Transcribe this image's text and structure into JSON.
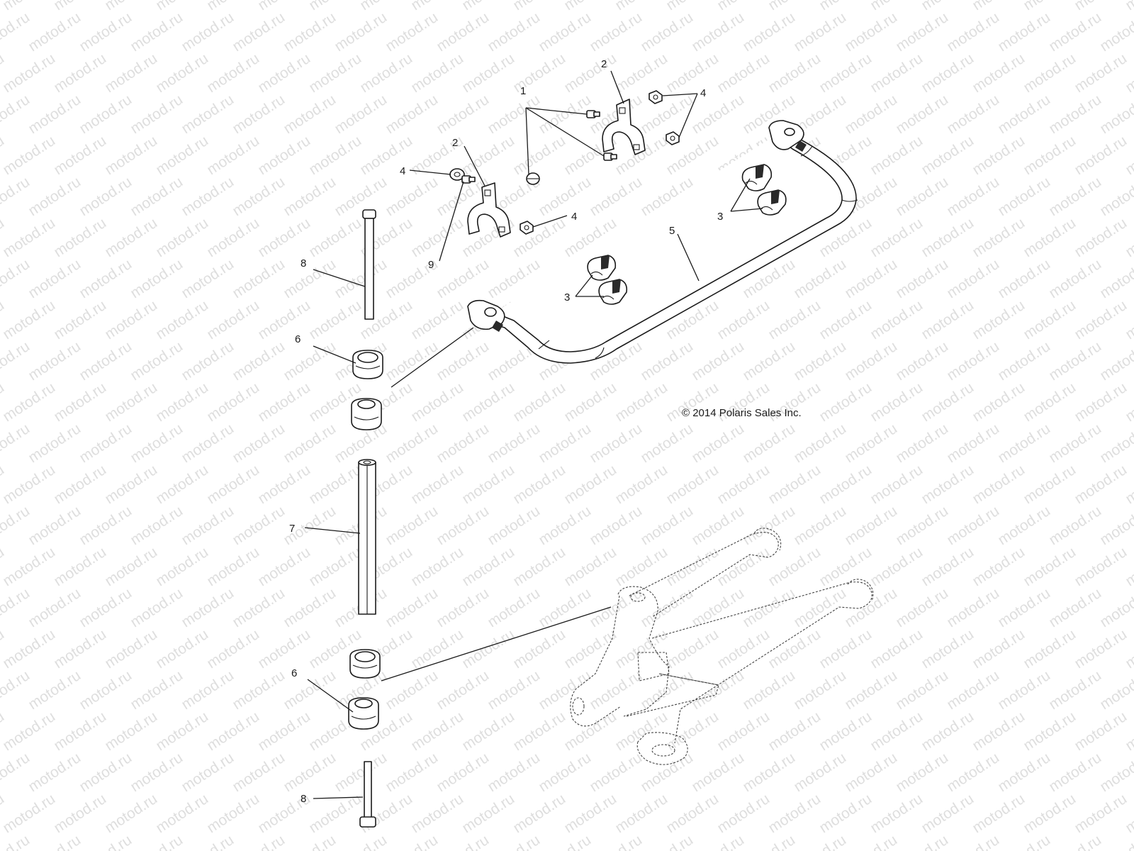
{
  "watermark": {
    "text": "motod.ru"
  },
  "callouts": {
    "c1": "1",
    "c2a": "2",
    "c2b": "2",
    "c3a": "3",
    "c3b": "3",
    "c4a": "4",
    "c4b": "4",
    "c4c": "4",
    "c5": "5",
    "c6a": "6",
    "c6b": "6",
    "c7": "7",
    "c8a": "8",
    "c8b": "8",
    "c9": "9"
  },
  "copyright": "© 2014 Polaris Sales Inc."
}
